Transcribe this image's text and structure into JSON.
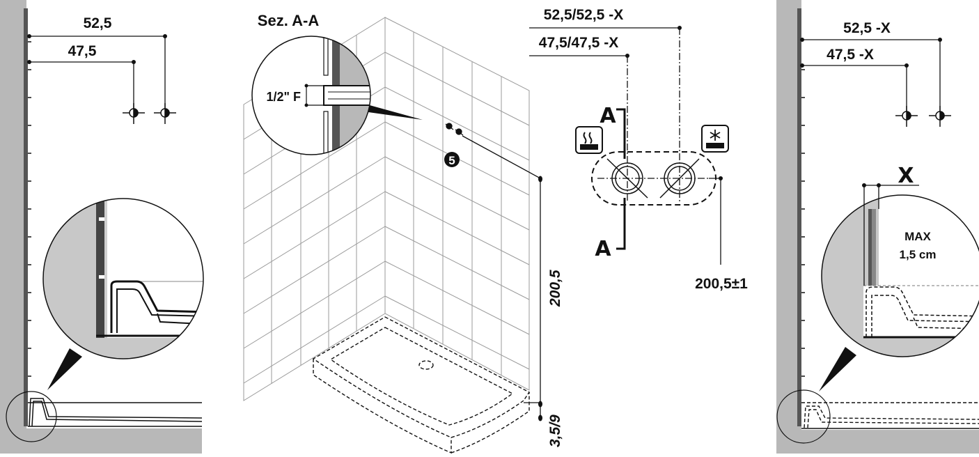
{
  "left_panel": {
    "dim_outer": "52,5",
    "dim_inner": "47,5"
  },
  "center_panel": {
    "section_title": "Sez. A-A",
    "thread_label": "1/2\" F",
    "step_number": "5",
    "height_label": "200,5",
    "tray_label": "3,5/9"
  },
  "valve_panel": {
    "dim_outer": "52,5/52,5 -X",
    "dim_inner": "47,5/47,5 -X",
    "section_marker_top": "A",
    "section_marker_bottom": "A",
    "height_label": "200,5±1",
    "hot_icon": "hot-water-icon",
    "cold_icon": "cold-water-icon"
  },
  "right_panel": {
    "dim_outer": "52,5 -X",
    "dim_inner": "47,5 -X",
    "x_label": "X",
    "max_label": "MAX",
    "max_value": "1,5 cm"
  },
  "colors": {
    "ink": "#111111",
    "wall_grey": "#b8b8b8",
    "detail_grey": "#c8c8c8",
    "tile_line": "#9a9a9a"
  }
}
